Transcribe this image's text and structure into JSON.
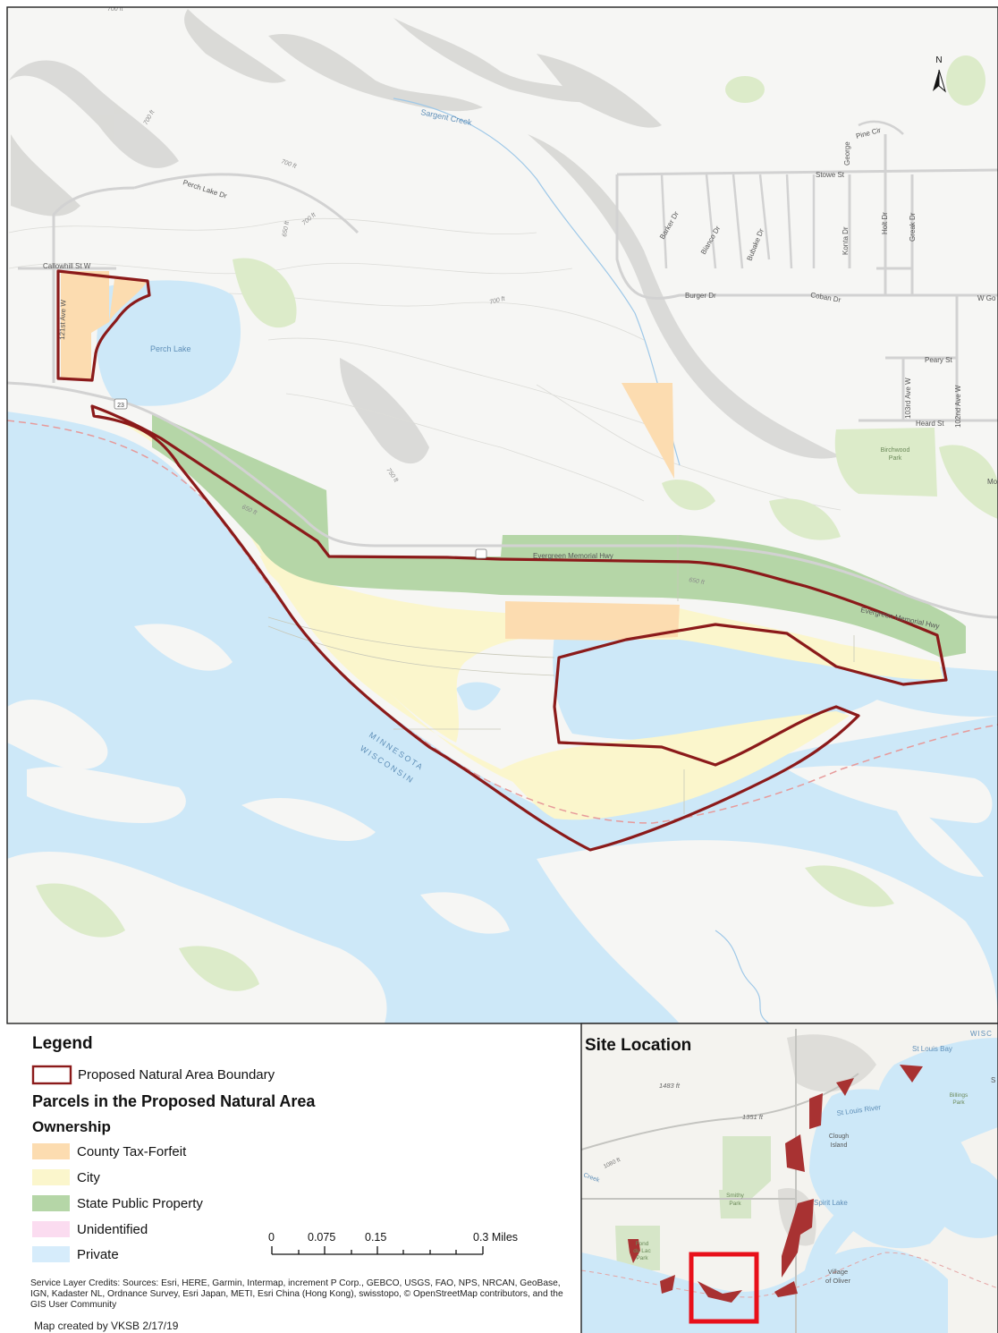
{
  "map": {
    "labels": {
      "sargent_creek": "Sargent Creek",
      "perch_lake_dr": "Perch Lake Dr",
      "callowhill": "Callowhill St W",
      "ave_121": "121st Ave W",
      "perch_lake": "Perch Lake",
      "pine_cir": "Pine Cir",
      "george": "George",
      "stowe_st": "Stowe St",
      "barker_dr": "Barker Dr",
      "bianco_dr": "Bianco Dr",
      "bubake_dr": "Bubake Dr",
      "konta_dr": "Konta Dr",
      "holt_dr": "Holt Dr",
      "greak_dr": "Greak Dr",
      "burger_dr": "Burger Dr",
      "coban_dr": "Coban Dr",
      "w_go": "W Go",
      "peary_st": "Peary St",
      "ave_103": "103rd Ave W",
      "ave_102": "102nd Ave W",
      "heard_st": "Heard St",
      "birchwood_park_1": "Birchwood",
      "birchwood_park_2": "Park",
      "evergreen_1": "Evergreen Memorial Hwy",
      "evergreen_2": "Evergreen Memorial Hwy",
      "river_mn": "MINNESOTA",
      "river_wi": "WISCONSIN",
      "hwy_23": "23",
      "ft700a": "700 ft",
      "ft700b": "700 ft",
      "ft700c": "700 ft",
      "ft700d": "700 ft",
      "ft650a": "650 ft",
      "ft750": "750 ft",
      "ft650b": "650 ft",
      "ft650c": "650 ft",
      "ft700e": "700 ft",
      "mo": "Mo"
    },
    "north_arrow_label": "N"
  },
  "legend": {
    "title": "Legend",
    "boundary_label": "Proposed Natural Area Boundary",
    "parcels_title": "Parcels in the Proposed Natural Area",
    "ownership_title": "Ownership",
    "items": [
      {
        "label": "County Tax-Forfeit",
        "color": "#fcdcb0"
      },
      {
        "label": "City",
        "color": "#fbf6cc"
      },
      {
        "label": "State Public Property",
        "color": "#b5d6a7"
      },
      {
        "label": "Unidentified",
        "color": "#fbdcf0"
      },
      {
        "label": "Private",
        "color": "#d6ecfb"
      }
    ],
    "boundary_color": "#8b1a1a"
  },
  "scale_bar": {
    "ticks": [
      "0",
      "0.075",
      "0.15",
      "0.3 Miles"
    ]
  },
  "credits": "Service Layer Credits: Sources: Esri, HERE, Garmin, Intermap, increment P Corp., GEBCO, USGS, FAO, NPS, NRCAN, GeoBase, IGN, Kadaster NL, Ordnance Survey, Esri Japan, METI, Esri China (Hong Kong), swisstopo, © OpenStreetMap contributors, and the GIS User Community",
  "created_by": "Map created by VKSB 2/17/19",
  "inset": {
    "title": "Site Location",
    "labels": {
      "st_louis_bay": "St Louis Bay",
      "elev1483": "1483 ft",
      "elev1351": "1351 ft",
      "st_louis_river": "St Louis River",
      "billings_1": "Billings",
      "billings_2": "Park",
      "clough_1": "Clough",
      "clough_2": "Island",
      "creek": "Creek",
      "elev1080": "1080 ft",
      "spirit_lake": "Spirit Lake",
      "smithy_1": "Smithy",
      "smithy_2": "Park",
      "fond_1": "Fond",
      "fond_2": "du Lac",
      "fond_3": "Park",
      "village_1": "Village",
      "village_2": "of Oliver",
      "wisc": "WISC",
      "s_edge": "S"
    }
  },
  "colors": {
    "water": "#cde8f8",
    "land": "#f6f6f4",
    "park": "#dcebc9",
    "boundary": "#8b1a1a",
    "highlight": "#e8101a"
  }
}
